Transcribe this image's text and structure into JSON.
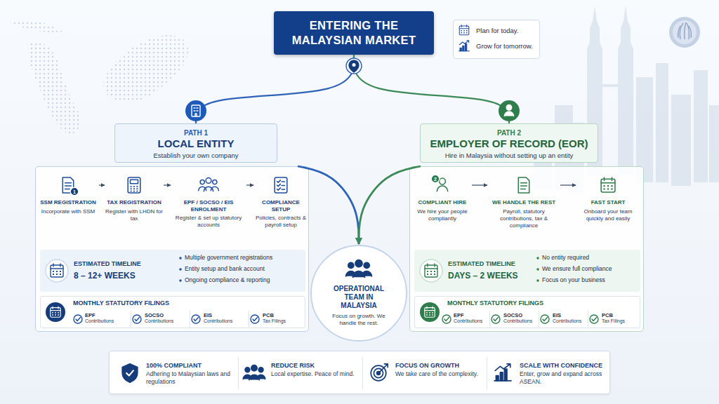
{
  "diagram": {
    "nodes": [
      {
        "text": [
          "ENTERING THE MALAYSIAN MARKET"
        ]
      },
      {
        "text": [
          "Plan for today.",
          "Grow for tomorrow."
        ]
      },
      {
        "text": [
          "PATH 1",
          "LOCAL ENTITY",
          "Establish your own company"
        ]
      },
      {
        "text": []
      },
      {
        "text": [
          "SSM REGISTRATION",
          "Incorporate with SSM"
        ],
        "in": 3
      },
      {
        "text": [
          "TAX REGISTRATION",
          "Register with LHDN for tax"
        ],
        "in": 3
      },
      {
        "text": [
          "EPF / SOCSO / EIS ENROLMENT",
          "Register & set up statutory accounts"
        ],
        "in": 3
      },
      {
        "text": [
          "COMPLIANCE SETUP",
          "Policies, contracts & payroll setup"
        ],
        "in": 3
      },
      {
        "text": [
          "ESTIMATED TIMELINE",
          "8 – 12+ WEEKS",
          "Multiple government registrations",
          "Entity setup and bank account",
          "Ongoing compliance & reporting"
        ],
        "in": 3
      },
      {
        "text": [
          "MONTHLY STATUTORY FILINGS"
        ],
        "in": 3
      },
      {
        "text": [
          "EPF",
          "Contributions"
        ],
        "in": 9
      },
      {
        "text": [
          "SOCSO",
          "Contributions"
        ],
        "in": 9
      },
      {
        "text": [
          "EIS",
          "Contributions"
        ],
        "in": 9
      },
      {
        "text": [
          "PCB",
          "Tax Filings"
        ],
        "in": 9
      },
      {
        "text": [
          "PATH 2",
          "EMPLOYER OF RECORD (EOR)",
          "Hire in Malaysia without setting up an entity"
        ]
      },
      {
        "text": []
      },
      {
        "text": [
          "COMPLIANT HIRE",
          "We hire your people compliantly"
        ],
        "in": 15
      },
      {
        "text": [
          "WE HANDLE THE REST",
          "Payroll, statutory contributions, tax & compliance"
        ],
        "in": 15
      },
      {
        "text": [
          "FAST START",
          "Onboard your team quickly and easily"
        ],
        "in": 15
      },
      {
        "text": [
          "ESTIMATED TIMELINE",
          "DAYS – 2 WEEKS",
          "No entity required",
          "We ensure full compliance",
          "Focus on your business"
        ],
        "in": 15
      },
      {
        "text": [
          "MONTHLY STATUTORY FILINGS"
        ],
        "in": 15
      },
      {
        "text": [
          "EPF",
          "Contributions"
        ],
        "in": 20
      },
      {
        "text": [
          "SOCSO",
          "Contributions"
        ],
        "in": 20
      },
      {
        "text": [
          "EIS",
          "Contributions"
        ],
        "in": 20
      },
      {
        "text": [
          "PCB",
          "Tax Filings"
        ],
        "in": 20
      },
      {
        "text": [
          "OPERATIONAL TEAM IN MALAYSIA",
          "Focus on growth. We handle the rest."
        ]
      },
      {
        "text": []
      },
      {
        "text": [
          "100% COMPLIANT",
          "Adhering to Malaysian laws and regulations"
        ],
        "in": 26
      },
      {
        "text": [
          "REDUCE RISK",
          "Local expertise. Peace of mind."
        ],
        "in": 26
      },
      {
        "text": [
          "FOCUS ON GROWTH",
          "We take care of the complexity."
        ],
        "in": 26
      },
      {
        "text": [
          "SCALE WITH CONFIDENCE",
          "Enter, grow and expand across ASEAN."
        ],
        "in": 26
      }
    ],
    "edges": [
      {
        "from": 0,
        "to": 2,
        "arrow": "none"
      },
      {
        "from": 0,
        "to": 14,
        "arrow": "none"
      },
      {
        "from": 4,
        "to": 5,
        "arrow": "to"
      },
      {
        "from": 5,
        "to": 6,
        "arrow": "to"
      },
      {
        "from": 6,
        "to": 7,
        "arrow": "to"
      },
      {
        "from": 16,
        "to": 17,
        "arrow": "to"
      },
      {
        "from": 17,
        "to": 18,
        "arrow": "to"
      },
      {
        "from": 3,
        "to": 25,
        "arrow": "to"
      },
      {
        "from": 15,
        "to": 25,
        "arrow": "to"
      }
    ],
    "labels": [
      "1",
      "2"
    ]
  }
}
